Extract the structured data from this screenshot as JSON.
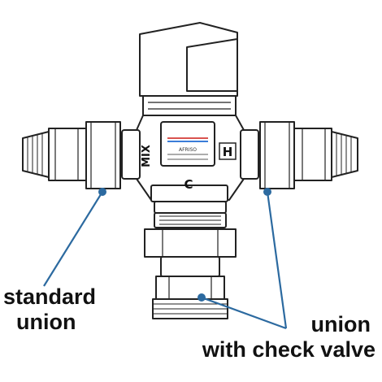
{
  "part_letters": {
    "mix": "MIX",
    "hot": "H",
    "cold": "C"
  },
  "valve_badge": {
    "brand": "AFRISO"
  },
  "labels": {
    "standard_union": [
      "standard",
      "union"
    ],
    "check_valve_union": [
      "union",
      "with check valve"
    ]
  },
  "colors": {
    "leader_line": "#2c6aa0",
    "outline": "#222222",
    "text": "#111111",
    "hot_mark": "#d9534f",
    "cold_mark": "#3b7dd8"
  }
}
